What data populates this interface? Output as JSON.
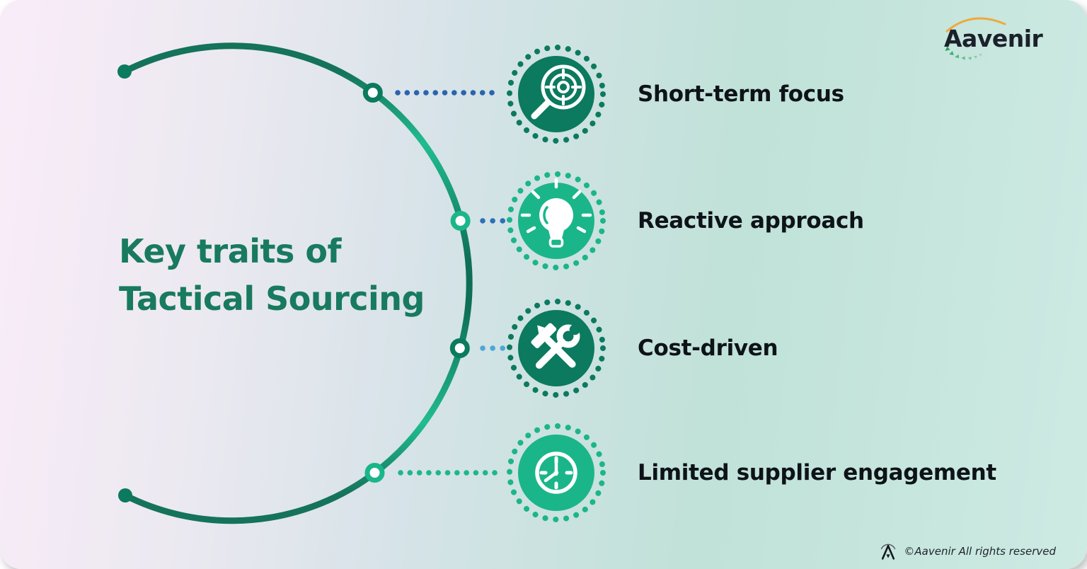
{
  "title": {
    "line1": "Key traits of",
    "line2": "Tactical Sourcing"
  },
  "brand": {
    "wordmark": "Aavenir",
    "copyright": "©Aavenir All rights reserved",
    "logo_icons": [
      "aavenir-lambda-mark",
      "orange-arc",
      "green-triangle-trail"
    ]
  },
  "traits": [
    {
      "label": "Short-term focus",
      "icon": "target-magnifier-icon",
      "circle_color": "#0B7A5F",
      "ring_dots_color": "#0B7A5F",
      "connector_dots_color": "#2B63AE"
    },
    {
      "label": "Reactive approach",
      "icon": "lightbulb-icon",
      "circle_color": "#1AB68A",
      "ring_dots_color": "#1AB68A",
      "connector_dots_color": "#2E6FB8"
    },
    {
      "label": "Cost-driven",
      "icon": "tools-icon",
      "circle_color": "#0B7A5F",
      "ring_dots_color": "#0B7A5F",
      "connector_dots_color": "#4BA7D9"
    },
    {
      "label": "Limited supplier engagement",
      "icon": "clock-icon",
      "circle_color": "#1AB68A",
      "ring_dots_color": "#1AB68A",
      "connector_dots_color": "#1CB78C"
    }
  ],
  "decorations": {
    "arc": {
      "name": "left-curve-arc",
      "color_dark": "#14735A",
      "color_emerald": "#21BC90"
    },
    "background": {
      "left": "#F9ECF8",
      "middle": "#D6E3E8",
      "right": "#CDEAE3"
    },
    "title_color": "#187A5F",
    "label_color": "#0D1318",
    "logo_orange": "#F0A83C"
  }
}
